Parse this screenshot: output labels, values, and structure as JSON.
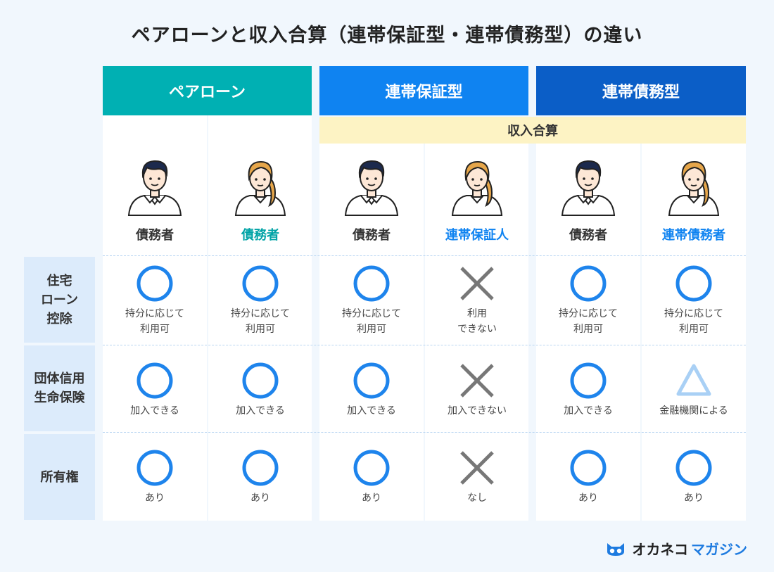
{
  "title": "ペアローンと収入合算（連帯保証型・連帯債務型）の違い",
  "colors": {
    "pair": "#00b0b3",
    "guarantee": "#0f83f1",
    "joint": "#0b5ec7",
    "circle": "#1e84ec",
    "cross": "#777777",
    "triangle": "#a9d0f5"
  },
  "headers": {
    "pair_loan": "ペアローン",
    "guarantee": "連帯保証型",
    "joint_debt": "連帯債務型",
    "income_combined": "収入合算"
  },
  "columns": [
    {
      "role": "債務者",
      "person": "man-icon"
    },
    {
      "role": "債務者",
      "person": "woman-icon"
    },
    {
      "role": "債務者",
      "person": "man-icon"
    },
    {
      "role": "連帯保証人",
      "person": "woman-icon"
    },
    {
      "role": "債務者",
      "person": "man-icon"
    },
    {
      "role": "連帯債務者",
      "person": "woman-icon"
    }
  ],
  "rows": [
    {
      "label_lines": [
        "住宅",
        "ローン",
        "控除"
      ],
      "cells": [
        {
          "mark": "circle",
          "lines": [
            "持分に応じて",
            "利用可"
          ]
        },
        {
          "mark": "circle",
          "lines": [
            "持分に応じて",
            "利用可"
          ]
        },
        {
          "mark": "circle",
          "lines": [
            "持分に応じて",
            "利用可"
          ]
        },
        {
          "mark": "cross",
          "lines": [
            "利用",
            "できない"
          ]
        },
        {
          "mark": "circle",
          "lines": [
            "持分に応じて",
            "利用可"
          ]
        },
        {
          "mark": "circle",
          "lines": [
            "持分に応じて",
            "利用可"
          ]
        }
      ]
    },
    {
      "label_lines": [
        "団体信用",
        "生命保険"
      ],
      "cells": [
        {
          "mark": "circle",
          "lines": [
            "加入できる"
          ]
        },
        {
          "mark": "circle",
          "lines": [
            "加入できる"
          ]
        },
        {
          "mark": "circle",
          "lines": [
            "加入できる"
          ]
        },
        {
          "mark": "cross",
          "lines": [
            "加入できない"
          ]
        },
        {
          "mark": "circle",
          "lines": [
            "加入できる"
          ]
        },
        {
          "mark": "triangle",
          "lines": [
            "金融機関による"
          ]
        }
      ]
    },
    {
      "label_lines": [
        "所有権"
      ],
      "cells": [
        {
          "mark": "circle",
          "lines": [
            "あり"
          ]
        },
        {
          "mark": "circle",
          "lines": [
            "あり"
          ]
        },
        {
          "mark": "circle",
          "lines": [
            "あり"
          ]
        },
        {
          "mark": "cross",
          "lines": [
            "なし"
          ]
        },
        {
          "mark": "circle",
          "lines": [
            "あり"
          ]
        },
        {
          "mark": "circle",
          "lines": [
            "あり"
          ]
        }
      ]
    }
  ],
  "logo": {
    "part1": "オカネコ",
    "part2": "マガジン"
  }
}
